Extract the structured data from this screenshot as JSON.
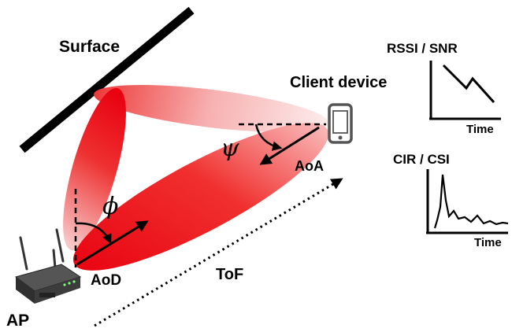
{
  "labels": {
    "surface": "Surface",
    "client_device": "Client device",
    "ap": "AP",
    "aod": "AoD",
    "aoa": "AoA",
    "tof": "ToF",
    "phi": "ϕ",
    "psi": "ψ"
  },
  "plots": {
    "rssi": {
      "title": "RSSI / SNR",
      "xlabel": "Time"
    },
    "cir": {
      "title": "CIR / CSI",
      "xlabel": "Time"
    }
  },
  "colors": {
    "lobe": "#e8000f",
    "ink": "#000000",
    "phone": "#555555"
  }
}
